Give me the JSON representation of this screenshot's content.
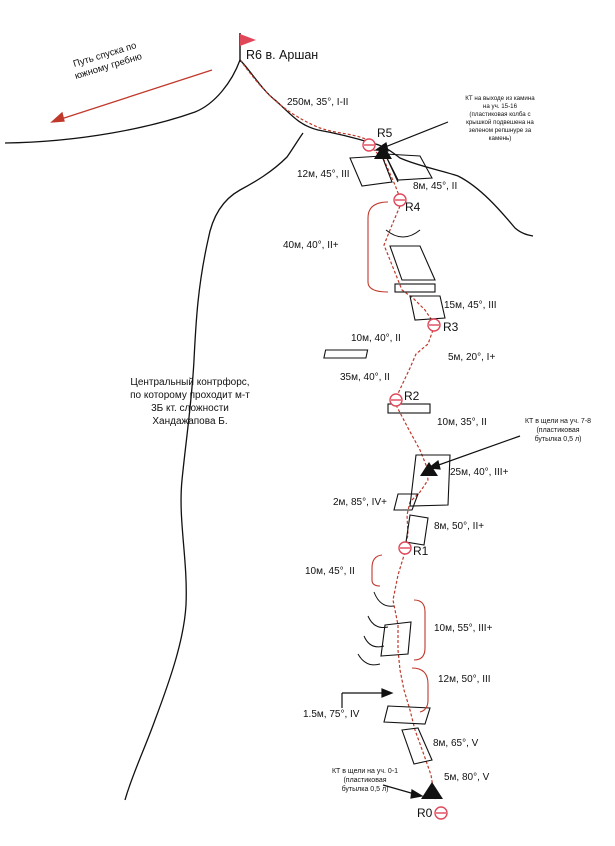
{
  "summit_label": "R6 в. Аршан",
  "descent_label": [
    "Путь спуска по",
    "южному гребню"
  ],
  "buttress_label": [
    "Центральный контрфорс,",
    "по которому проходит м-т",
    "3Б кт. сложности",
    "Хандажапова Б."
  ],
  "waypoints": {
    "r0": "R0",
    "r1": "R1",
    "r2": "R2",
    "r3": "R3",
    "r4": "R4",
    "r5": "R5"
  },
  "segments": {
    "s_250": "250м, 35°, I-II",
    "s_12_45": "12м, 45°, III",
    "s_8_45": "8м, 45°, II",
    "s_40_40": "40м, 40°, II+",
    "s_15_45": "15м, 45°, III",
    "s_10_40": "10м, 40°, II",
    "s_5_20": "5м, 20°, I+",
    "s_35_40": "35м, 40°, II",
    "s_10_35": "10м, 35°, II",
    "s_25_40": "25м, 40°, III+",
    "s_2_85": "2м, 85°, IV+",
    "s_8_50": "8м, 50°, II+",
    "s_10_45": "10м, 45°, II",
    "s_10_55": "10м, 55°, III+",
    "s_12_50": "12м, 50°, III",
    "s_1_75": "1.5м, 75°, IV",
    "s_8_65": "8м, 65°, V",
    "s_5_80": "5м, 80°, V"
  },
  "notes": {
    "kt_top": [
      "КТ на выходе из камина",
      "на уч. 15-16",
      "(пластиковая колба с",
      "крышкой подвешена на",
      "зеленом репшнуре за",
      "камень)"
    ],
    "kt_mid": [
      "КТ в щели на уч. 7-8",
      "(пластиковая",
      "бутылка 0,5 л)"
    ],
    "kt_bottom": [
      "КТ в щели на уч. 0-1",
      "(пластиковая",
      "бутылка 0,5 л)"
    ]
  },
  "colors": {
    "route": "#c0392b",
    "marker": "#e0485a",
    "flag": "#e0485a",
    "ink": "#111111"
  }
}
